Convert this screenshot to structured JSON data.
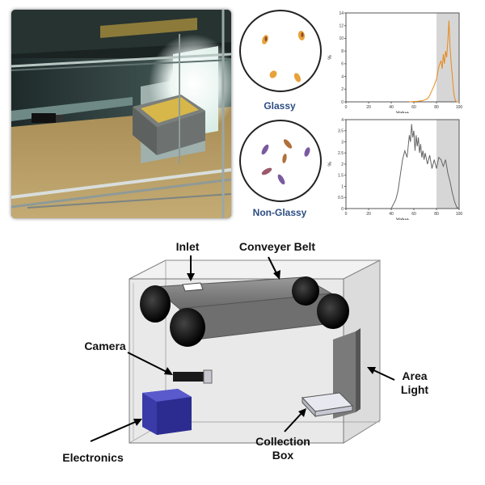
{
  "figure": {
    "photo": {
      "description_icon": "inspection-box-photo"
    },
    "samples": [
      {
        "id": "glassy",
        "label": "Glassy",
        "kernel_color": "#e8a23a"
      },
      {
        "id": "non-glassy",
        "label": "Non-Glassy",
        "kernel_color": "#7a5a9e"
      }
    ],
    "histogram_axes": {
      "xlabel": "Value",
      "ylabel": "%"
    },
    "callouts": {
      "inlet": "Inlet",
      "conveyer_belt": "Conveyer Belt",
      "camera": "Camera",
      "area_light_1": "Area",
      "area_light_2": "Light",
      "electronics": "Electronics",
      "collection_box_1": "Collection",
      "collection_box_2": "Box"
    }
  },
  "chart_data": [
    {
      "type": "line",
      "series": [
        {
          "color": "#e8891c",
          "x": [
            56,
            60,
            64,
            68,
            72,
            74,
            76,
            78,
            80,
            82,
            84,
            85,
            86,
            87,
            88,
            89,
            90,
            91,
            92,
            93,
            94,
            95,
            96,
            97,
            98,
            100
          ],
          "values": [
            0,
            0.05,
            0.1,
            0.2,
            0.5,
            1.0,
            1.8,
            2.6,
            3.6,
            5.5,
            6.5,
            5.2,
            7.5,
            6.0,
            8.0,
            7.0,
            9.5,
            12.8,
            8.5,
            6.0,
            4.0,
            1.8,
            0.6,
            0.1,
            0,
            0
          ]
        }
      ],
      "xlabel": "Value",
      "ylabel": "%",
      "xlim": [
        0,
        100
      ],
      "ylim": [
        0,
        14
      ],
      "xticks": [
        0,
        20,
        40,
        60,
        80,
        100
      ],
      "yticks": [
        0,
        2,
        4,
        6,
        8,
        10,
        12,
        14
      ],
      "shaded_range": [
        80,
        100
      ]
    },
    {
      "type": "line",
      "series": [
        {
          "color": "#666666",
          "x": [
            40,
            44,
            46,
            48,
            50,
            52,
            54,
            56,
            57,
            58,
            59,
            60,
            61,
            62,
            63,
            64,
            65,
            66,
            67,
            68,
            69,
            70,
            72,
            74,
            76,
            78,
            80,
            82,
            84,
            86,
            88,
            90,
            92,
            94,
            96,
            98,
            100
          ],
          "values": [
            0,
            0.4,
            0.8,
            1.5,
            2.2,
            2.6,
            2.3,
            3.3,
            3.0,
            3.8,
            3.2,
            3.5,
            2.6,
            3.3,
            2.8,
            3.2,
            2.5,
            2.9,
            2.3,
            2.6,
            2.2,
            2.5,
            2.0,
            2.4,
            1.8,
            2.2,
            1.8,
            2.3,
            2.2,
            1.9,
            2.2,
            1.6,
            1.2,
            0.7,
            0.3,
            0.05,
            0
          ]
        }
      ],
      "xlabel": "Value",
      "ylabel": "%",
      "xlim": [
        0,
        100
      ],
      "ylim": [
        0,
        4
      ],
      "xticks": [
        0,
        20,
        40,
        60,
        80,
        100
      ],
      "yticks": [
        0,
        0.5,
        1,
        1.5,
        2,
        2.5,
        3,
        3.5,
        4
      ],
      "shaded_range": [
        80,
        100
      ]
    }
  ]
}
